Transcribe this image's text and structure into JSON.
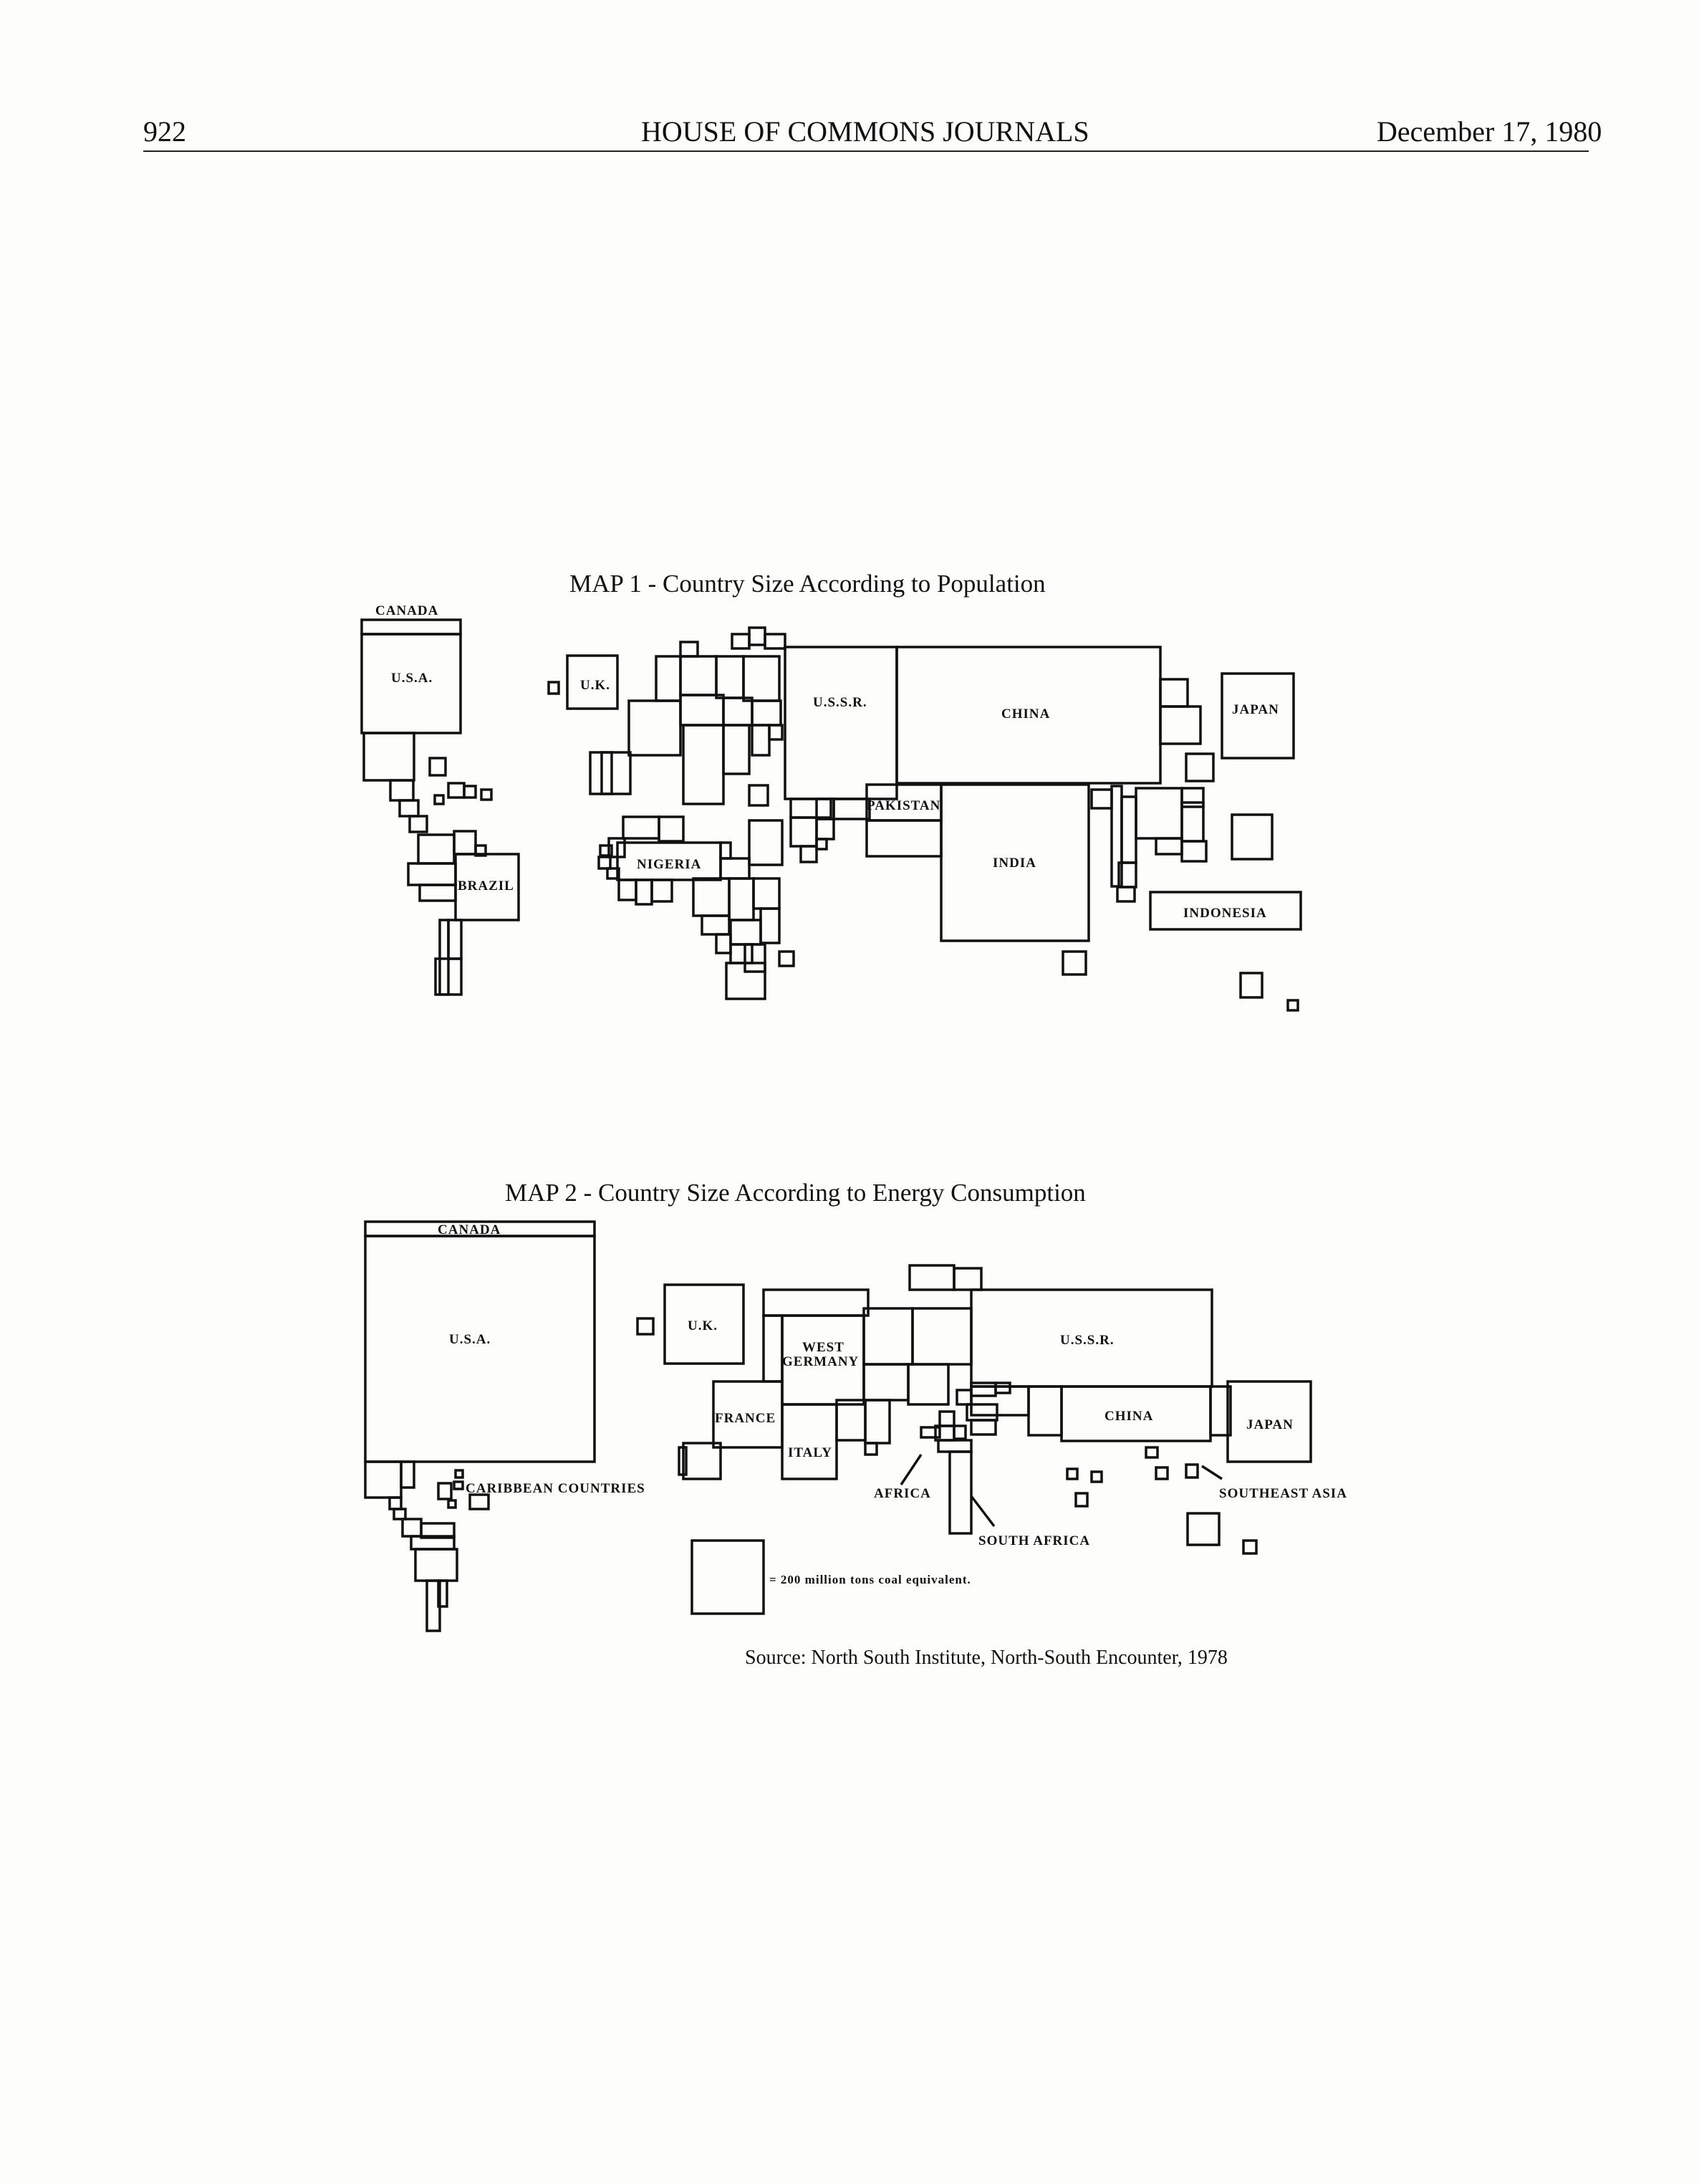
{
  "header": {
    "page_number": "922",
    "journal_title": "HOUSE OF COMMONS JOURNALS",
    "date": "December 17, 1980"
  },
  "map1": {
    "title": "MAP 1 - Country Size According to Population",
    "labels": {
      "canada": "CANADA",
      "usa": "U.S.A.",
      "uk": "U.K.",
      "ussr": "U.S.S.R.",
      "china": "CHINA",
      "japan": "JAPAN",
      "pakistan": "PAKISTAN",
      "india": "INDIA",
      "nigeria": "NIGERIA",
      "brazil": "BRAZIL",
      "indonesia": "INDONESIA"
    }
  },
  "map2": {
    "title": "MAP 2 - Country Size According to Energy Consumption",
    "labels": {
      "canada": "CANADA",
      "usa": "U.S.A.",
      "uk": "U.K.",
      "west_germany_1": "WEST",
      "west_germany_2": "GERMANY",
      "ussr": "U.S.S.R.",
      "france": "FRANCE",
      "italy": "ITALY",
      "china": "CHINA",
      "japan": "JAPAN",
      "caribbean": "CARIBBEAN COUNTRIES",
      "africa": "AFRICA",
      "south_africa": "SOUTH AFRICA",
      "southeast_asia": "SOUTHEAST ASIA"
    },
    "legend": "= 200 million tons coal equivalent."
  },
  "source": "Source: North South Institute, North-South Encounter, 1978"
}
